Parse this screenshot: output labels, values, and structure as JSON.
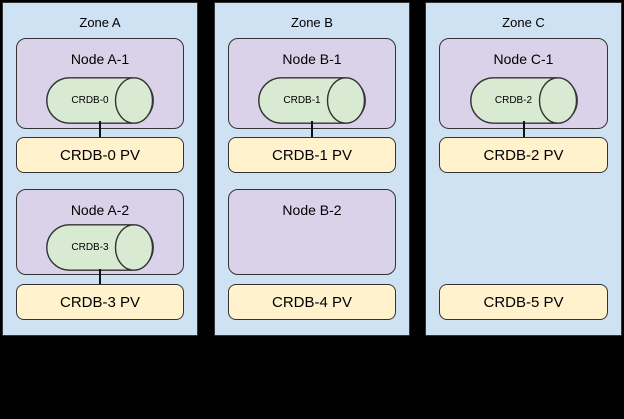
{
  "colors": {
    "background": "#000000",
    "zone_fill": "#cfe2f3",
    "node_fill": "#d9d2e9",
    "pod_fill": "#d9ead3",
    "pv_fill": "#fff2cc",
    "border": "#333333",
    "connector": "#111111"
  },
  "zones": [
    {
      "label": "Zone A",
      "nodes": [
        {
          "label": "Node A-1",
          "pod": "CRDB-0",
          "pv": "CRDB-0 PV",
          "pod_connected_to_pv": true
        },
        {
          "label": "Node A-2",
          "pod": "CRDB-3",
          "pv": "CRDB-3 PV",
          "pod_connected_to_pv": true
        }
      ]
    },
    {
      "label": "Zone B",
      "nodes": [
        {
          "label": "Node B-1",
          "pod": "CRDB-1",
          "pv": "CRDB-1 PV",
          "pod_connected_to_pv": true
        },
        {
          "label": "Node B-2",
          "pod": null,
          "pv": "CRDB-4 PV",
          "pod_connected_to_pv": false
        }
      ]
    },
    {
      "label": "Zone C",
      "nodes": [
        {
          "label": "Node C-1",
          "pod": "CRDB-2",
          "pv": "CRDB-2 PV",
          "pod_connected_to_pv": true
        },
        {
          "label": null,
          "pod": null,
          "pv": "CRDB-5 PV",
          "pod_connected_to_pv": false
        }
      ]
    }
  ]
}
